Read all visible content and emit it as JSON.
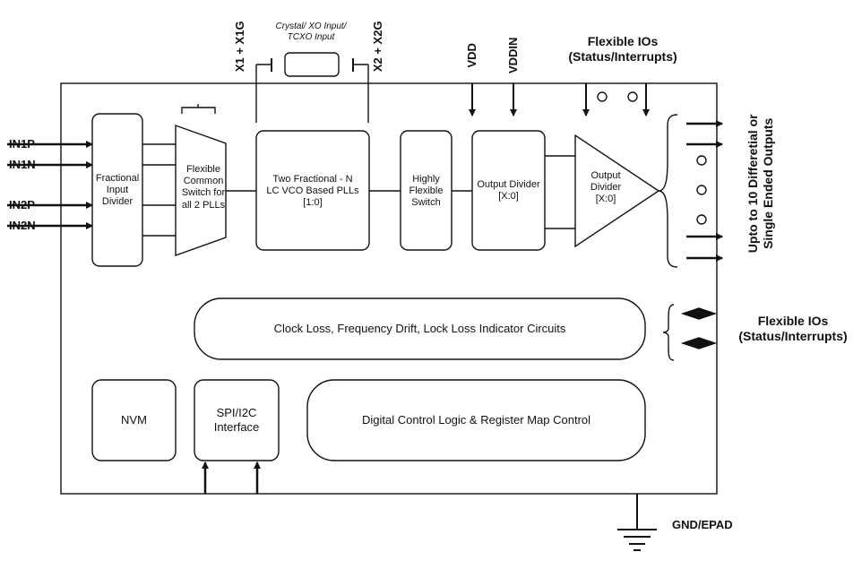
{
  "inputs": {
    "in1p": "IN1P",
    "in1n": "IN1N",
    "in2p": "IN2P",
    "in2n": "IN2N"
  },
  "crystal": {
    "label_line1": "Crystal/ XO Input/",
    "label_line2": "TCXO Input",
    "pin_left": "X1 + X1G",
    "pin_right": "X2 + X2G"
  },
  "power": {
    "vdd": "VDD",
    "vddin": "VDDIN",
    "gnd": "GND/EPAD"
  },
  "flexible_ios_top": {
    "line1": "Flexible IOs",
    "line2": "(Status/Interrupts)"
  },
  "flexible_ios_right": {
    "line1": "Flexible IOs",
    "line2": "(Status/Interrupts)"
  },
  "outputs": {
    "line1": "Upto to 10 Differetial or",
    "line2": "Single Ended  Outputs"
  },
  "blocks": {
    "fractional_input_divider": [
      "Fractional",
      "Input",
      "Divider"
    ],
    "flexible_switch": [
      "Flexible",
      "Common",
      "Switch for",
      "all 2 PLLs"
    ],
    "pll": [
      "Two Fractional - N",
      "LC VCO Based PLLs",
      "[1:0]"
    ],
    "highly_flexible_switch": [
      "Highly",
      "Flexible",
      "Switch"
    ],
    "output_divider_box": [
      "Output Divider",
      "[X:0]"
    ],
    "output_divider_tri": [
      "Output",
      "Divider",
      "[X:0]"
    ],
    "clock_loss": "Clock Loss, Frequency Drift, Lock Loss Indicator Circuits",
    "nvm": "NVM",
    "spi_i2c": [
      "SPI/I2C",
      "Interface"
    ],
    "digital_control": "Digital Control Logic & Register Map Control"
  },
  "colors": {
    "stroke": "#111111",
    "fill": "#ffffff"
  }
}
